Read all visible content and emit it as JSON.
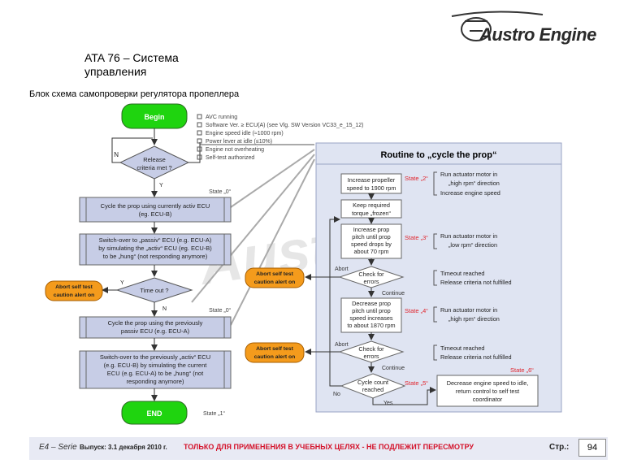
{
  "header": {
    "title": "ATA 76 – Система управления",
    "subtitle": "Блок схема самопроверки регулятора пропеллера",
    "logo_text": "Austro Engine"
  },
  "flow": {
    "begin": "Begin",
    "release_line1": "Release",
    "release_line2": "criteria met ?",
    "n1": "N",
    "y1": "Y",
    "state0a": "State „0“",
    "cycle_ecu_b_l1": "Cycle the prop using currently activ ECU",
    "cycle_ecu_b_l2": "(eg. ECU-B)",
    "switch_passiv_l1": "Switch-over to „passiv“ ECU (e.g. ECU-A)",
    "switch_passiv_l2": "by simulating the „activ“ ECU (eg. ECU-B)",
    "switch_passiv_l3": "to be „hung“ (not responding anymore)",
    "timeout": "Time out ?",
    "y2": "Y",
    "n2": "N",
    "abort_left_l1": "Abort self test",
    "abort_left_l2": "caution alert on",
    "state0b": "State „0“",
    "cycle_passiv_l1": "Cycle the prop using the previously",
    "cycle_passiv_l2": "passiv ECU (e.g. ECU-A)",
    "switch_prev_l1": "Switch-over to the previously „activ“ ECU",
    "switch_prev_l2": "(e.g. ECU-B) by simulating the current",
    "switch_prev_l3": "ECU (e.g. ECU-A) to be „hung“ (not",
    "switch_prev_l4": "responding anymore)",
    "end": "END",
    "state1": "State „1“"
  },
  "checklist": [
    "AVC running",
    "Software Ver. ≥ ECU(A) (see Vlg. SW Version VC33_e_15_12)",
    "Engine speed idle (≈1000 rpm)",
    "Power lever at idle (≤10%)",
    "Engine not overheating",
    "Self-test authorized"
  ],
  "routine": {
    "title": "Routine to „cycle the prop“",
    "inc_speed_l1": "Increase propeller",
    "inc_speed_l2": "speed to 1900 rpm",
    "keep_torque_l1": "Keep required",
    "keep_torque_l2": "torque „frozen“",
    "inc_pitch_l1": "Increase prop",
    "inc_pitch_l2": "pitch until prop",
    "inc_pitch_l3": "speed drops by",
    "inc_pitch_l4": "about 70 rpm",
    "check1_l1": "Check for",
    "check1_l2": "errors",
    "dec_pitch_l1": "Decrease prop",
    "dec_pitch_l2": "pitch until prop",
    "dec_pitch_l3": "speed increases",
    "dec_pitch_l4": "to about 1870 rpm",
    "check2_l1": "Check for",
    "check2_l2": "errors",
    "cycle_count_l1": "Cycle count",
    "cycle_count_l2": "reached",
    "abort1": "Abort",
    "continue1": "Continue",
    "abort2": "Abort",
    "continue2": "Continue",
    "no": "No",
    "yes": "Yes",
    "state2": "State „2“",
    "state3": "State „3“",
    "state4": "State „4“",
    "state5": "State „5“",
    "state6": "State „6“",
    "s2_l1": "Run actuator motor in",
    "s2_l2": "„high rpm“ direction",
    "s2_l3": "Increase engine speed",
    "s3_l1": "Run actuator motor in",
    "s3_l2": "„low rpm“ direction",
    "s4_l1": "Run actuator motor in",
    "s4_l2": "„high rpm“ direction",
    "t1_l1": "Timeout reached",
    "t1_l2": "Release criteria not fulfilled",
    "t2_l1": "Timeout reached",
    "t2_l2": "Release criteria not fulfilled",
    "dec_idle_l1": "Decrease engine speed to idle,",
    "dec_idle_l2": "return control to self test",
    "dec_idle_l3": "coordinator",
    "abort_mid1_l1": "Abort self test",
    "abort_mid1_l2": "caution alert on",
    "abort_mid2_l1": "Abort self test",
    "abort_mid2_l2": "caution alert on"
  },
  "footer": {
    "series": "E4 – Serie",
    "issue": "Выпуск: 3.1 декабря 2010 г.",
    "warning": "ТОЛЬКО ДЛЯ ПРИМЕНЕНИЯ В УЧЕБНЫХ ЦЕЛЯХ - НЕ ПОДЛЕЖИТ ПЕРЕСМОТРУ",
    "page_label": "Стр.:",
    "page": "94"
  },
  "colors": {
    "start_green": "#1fd40f",
    "abort_orange": "#f49b1c",
    "box_blue": "#c7cde6",
    "routine_bg": "#dfe4f2",
    "state_red": "#e0242c",
    "footer_red": "#d4122a"
  }
}
